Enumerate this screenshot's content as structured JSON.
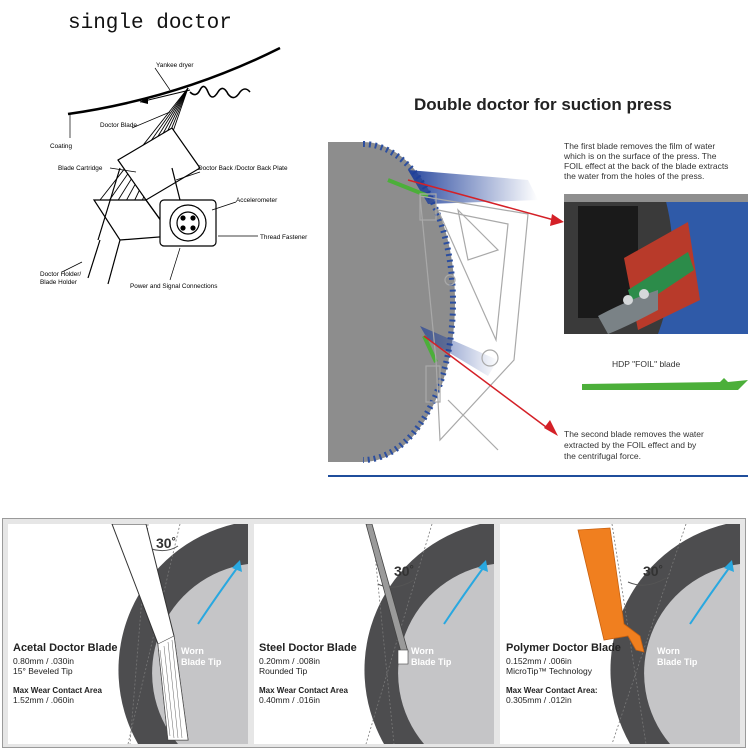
{
  "top_left": {
    "title": "single doctor",
    "labels": {
      "yankee_dryer": "Yankee dryer",
      "doctor_blade": "Doctor Blade",
      "coating": "Coating",
      "blade_cartridge": "Blade Cartridge",
      "doctor_back": "Doctor Back /Doctor Back Plate",
      "accelerometer": "Accelerometer",
      "thread_fastener": "Thread Fastener",
      "doctor_holder_1": "Doctor Holder/",
      "doctor_holder_2": "Blade Holder",
      "power_signal": "Power and Signal Connections"
    }
  },
  "top_right": {
    "title": "Double doctor for suction press",
    "first_blade_lines": [
      "The first blade removes the film of water",
      "which is on the surface of the press. The",
      "FOIL  effect at the back of the blade extracts",
      "the water from the holes of the press."
    ],
    "foil_caption": "HDP  \"FOIL\" blade",
    "second_blade_lines": [
      "The second  blade removes the water",
      "extracted by the FOIL effect and by",
      "the centrifugal force."
    ],
    "colors": {
      "arrow": "#d42027",
      "foil_blade": "#4caf3a",
      "rule": "#1f4e9c",
      "title": "#222222"
    }
  },
  "bottom": {
    "angle_label": "30˚",
    "worn_label_1": "Worn",
    "worn_label_2": "Blade Tip",
    "panels": [
      {
        "name": "Acetal Doctor Blade",
        "spec1": "0.80mm  / .030in",
        "spec2": "15° Beveled Tip",
        "wear_label": "Max Wear Contact Area",
        "wear_value": "1.52mm / .060in"
      },
      {
        "name": "Steel Doctor Blade",
        "spec1": "0.20mm / .008in",
        "spec2": "Rounded Tip",
        "wear_label": "Max Wear Contact Area",
        "wear_value": "0.40mm / .016in"
      },
      {
        "name": "Polymer Doctor Blade",
        "spec1": "0.152mm / .006in",
        "spec2": "MicroTip™ Technology",
        "wear_label": "Max Wear Contact Area:",
        "wear_value": "0.305mm / .012in"
      }
    ],
    "colors": {
      "roll": "#4d4d4f",
      "arrow": "#29a8e0",
      "polymer_blade": "#f07f1f",
      "steel_blade": "#9a9a9a"
    }
  }
}
